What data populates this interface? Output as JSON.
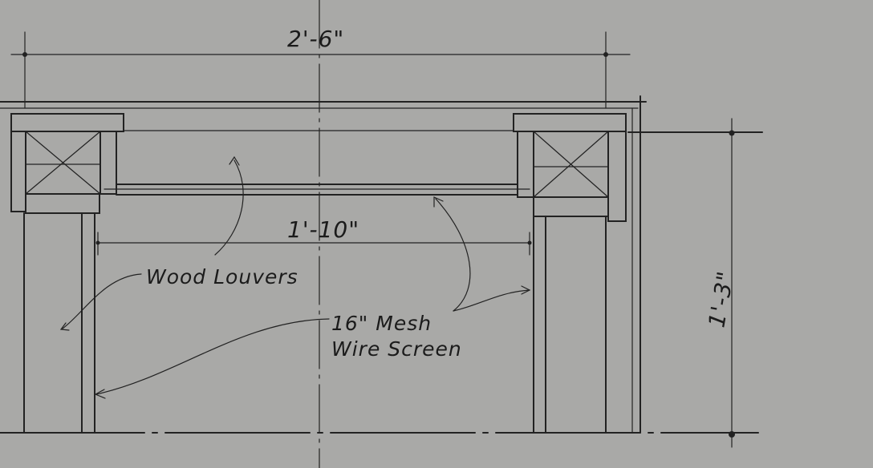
{
  "dimensions": {
    "overall_width": "2'-6\"",
    "inner_width": "1'-10\"",
    "height": "1'-3\""
  },
  "labels": {
    "louvers": "Wood Louvers",
    "screen_line1": "16\" Mesh",
    "screen_line2": "Wire Screen"
  },
  "colors": {
    "paper": "#a9a9a7",
    "ink": "#222222"
  }
}
